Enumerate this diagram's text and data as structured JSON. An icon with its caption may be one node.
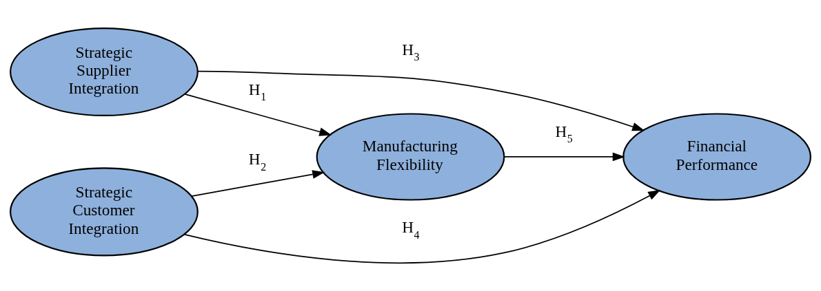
{
  "diagram": {
    "nodes": [
      {
        "text": [
          "Strategic Supplier Integration"
        ]
      },
      {
        "text": [
          "Manufacturing Flexibility"
        ]
      },
      {
        "text": [
          "Strategic Customer Integration"
        ]
      },
      {
        "text": [
          "Financial Performance"
        ]
      }
    ],
    "edges": [
      {
        "from": 0,
        "to": 3,
        "arrow": "to",
        "label": "H$_{3}$"
      },
      {
        "from": 0,
        "to": 1,
        "arrow": "to",
        "label": "H$_{1}$"
      },
      {
        "from": 2,
        "to": 1,
        "arrow": "to",
        "label": "H$_{2}$"
      },
      {
        "from": 1,
        "to": 3,
        "arrow": "to",
        "label": "H$_{5}$"
      },
      {
        "from": 2,
        "to": 3,
        "arrow": "to",
        "label": "H$_{4}$"
      }
    ]
  }
}
